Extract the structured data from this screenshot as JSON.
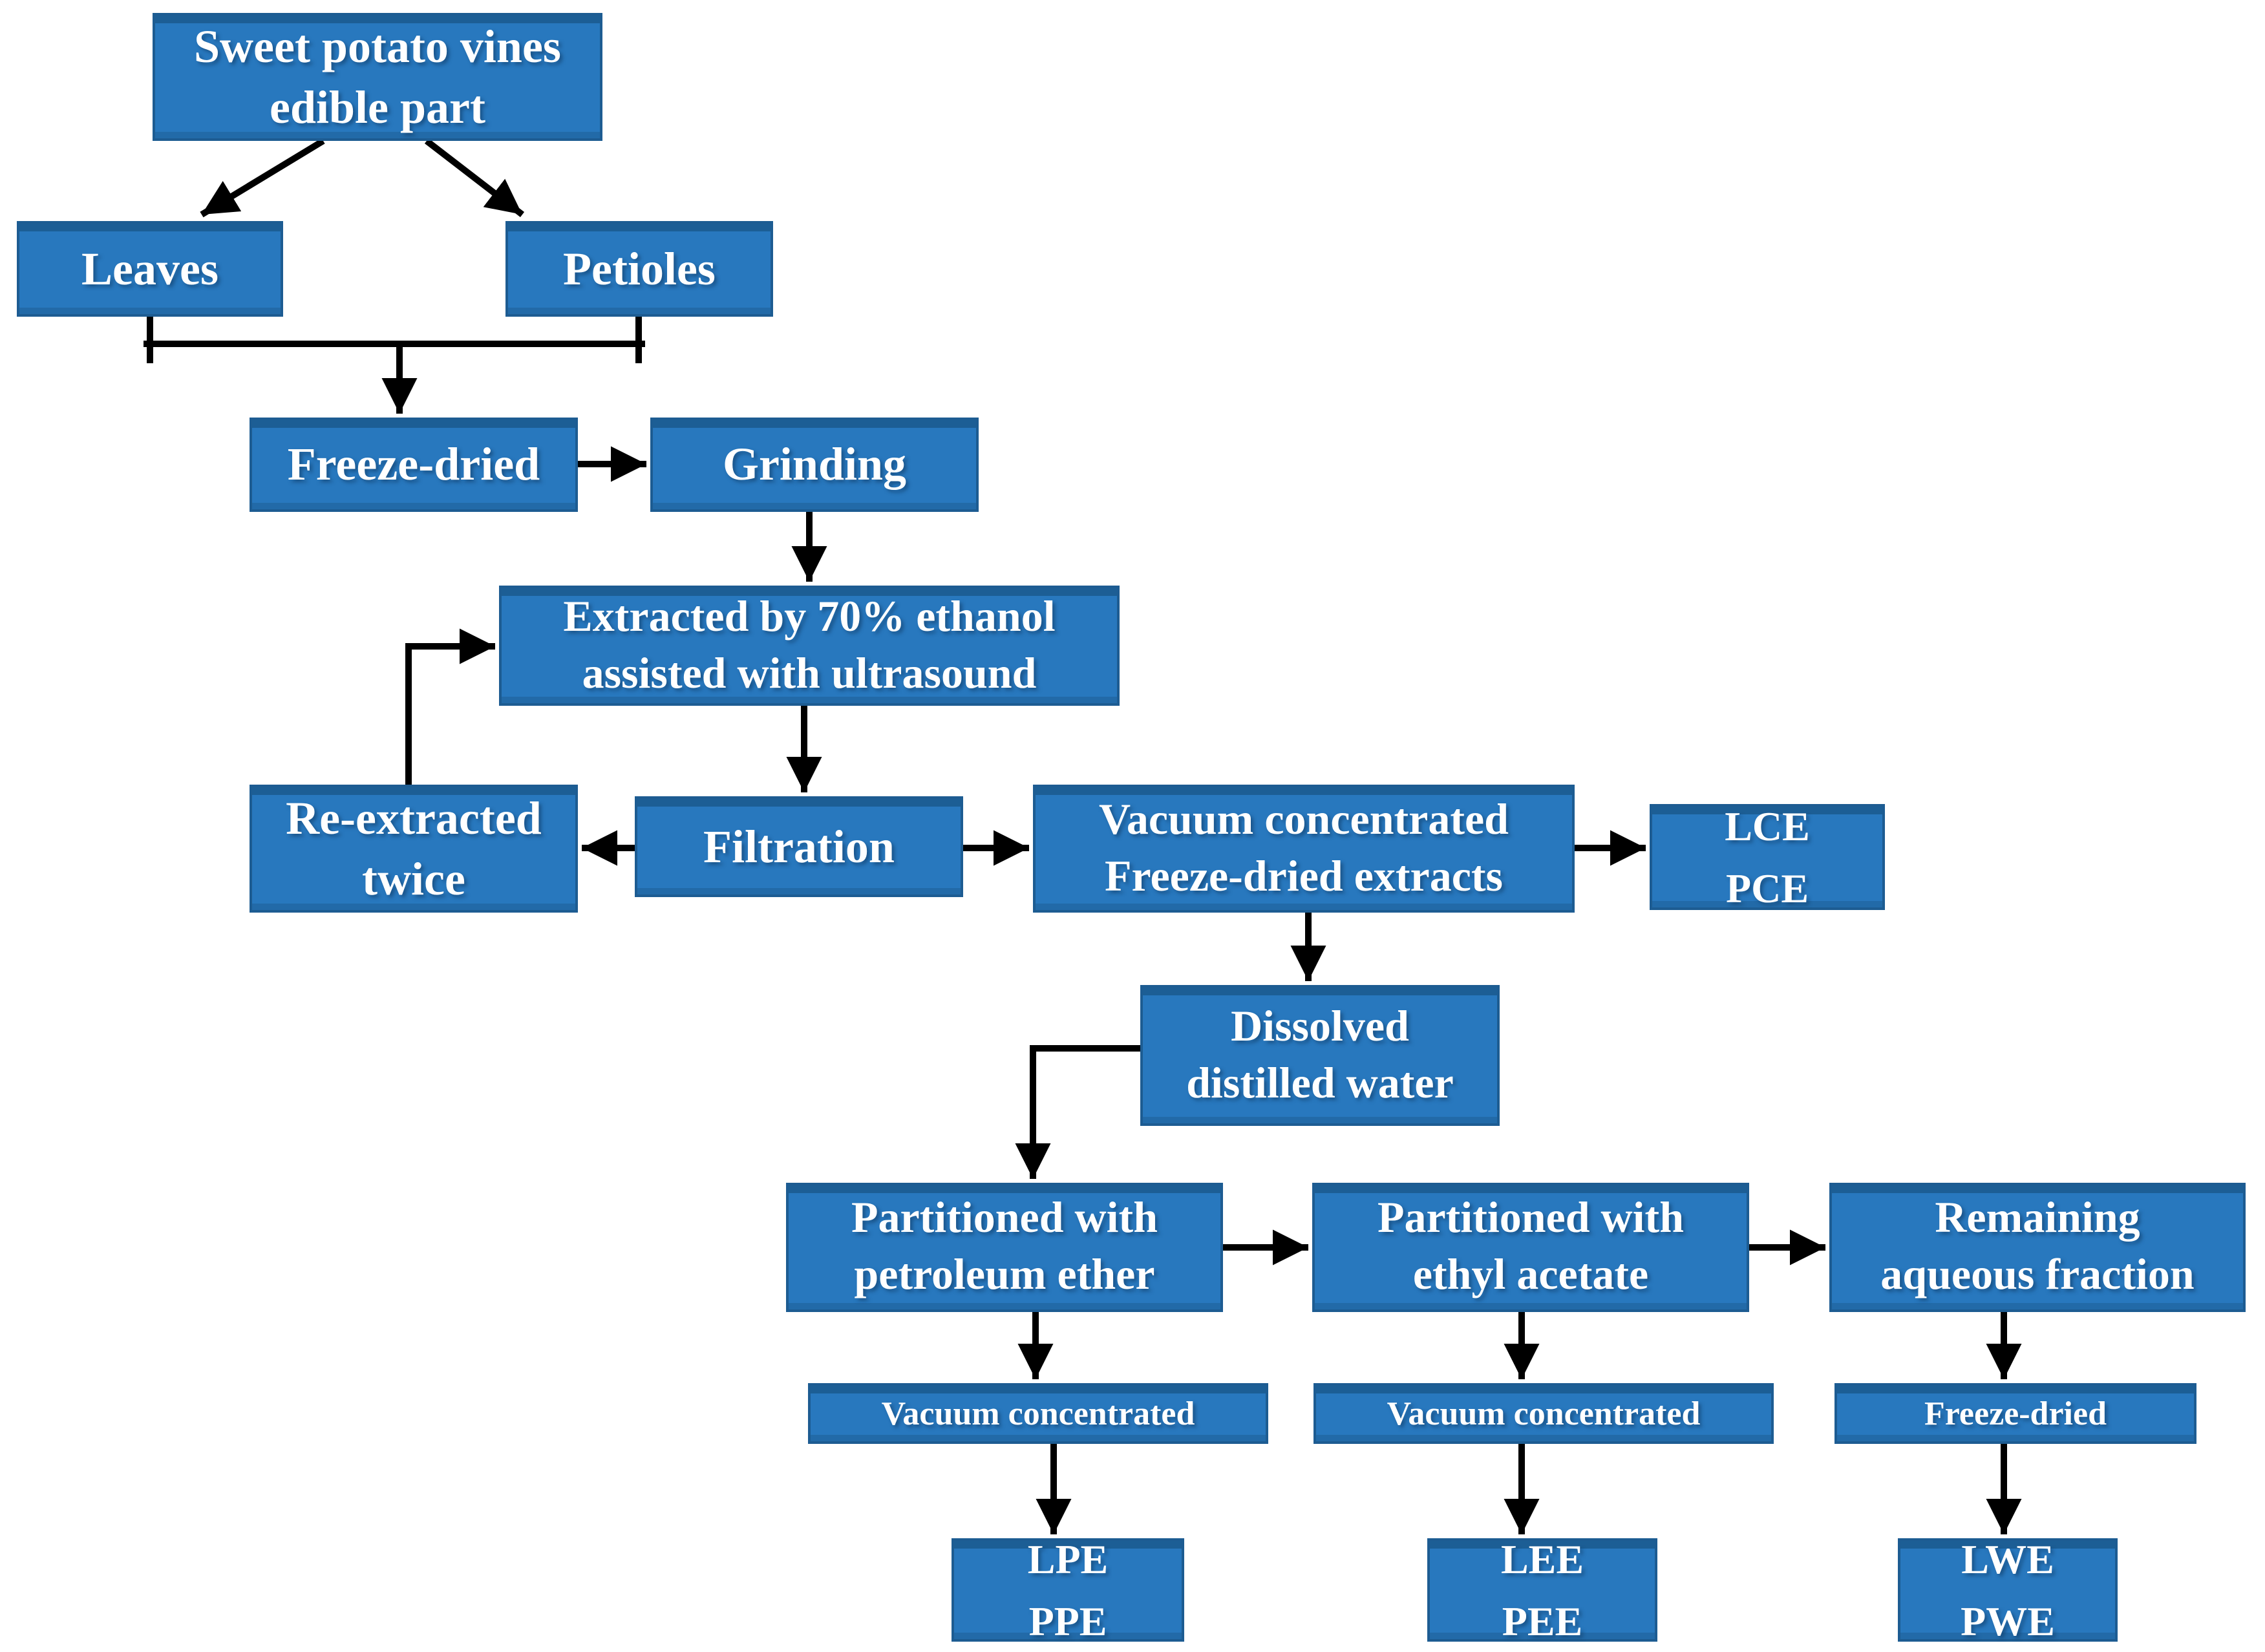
{
  "diagram": {
    "title": "Sweet potato vines extraction flowchart",
    "colors": {
      "box_fill": "#2878BE",
      "box_border": "#1D5C92",
      "box_top_band": "#1C5E95",
      "text": "#FFFFFF",
      "arrow": "#000000",
      "background": "#FFFFFF"
    },
    "boxes": {
      "sweet_potato": {
        "lines": [
          "Sweet potato vines",
          "edible part"
        ]
      },
      "leaves": {
        "lines": [
          "Leaves"
        ]
      },
      "petioles": {
        "lines": [
          "Petioles"
        ]
      },
      "freeze_dried_1": {
        "lines": [
          "Freeze-dried"
        ]
      },
      "grinding": {
        "lines": [
          "Grinding"
        ]
      },
      "extracted": {
        "lines": [
          "Extracted by 70% ethanol",
          "assisted  with ultrasound"
        ]
      },
      "re_extracted": {
        "lines": [
          "Re-extracted",
          "twice"
        ]
      },
      "filtration": {
        "lines": [
          "Filtration"
        ]
      },
      "vacuum_freeze_dried": {
        "lines": [
          "Vacuum concentrated",
          "Freeze-dried extracts"
        ]
      },
      "lce_pce": {
        "lines": [
          "LCE",
          "PCE"
        ]
      },
      "dissolved": {
        "lines": [
          "Dissolved",
          "distilled water"
        ]
      },
      "partitioned_petroleum": {
        "lines": [
          "Partitioned with",
          "petroleum ether"
        ]
      },
      "partitioned_ethyl": {
        "lines": [
          "Partitioned with",
          "ethyl acetate"
        ]
      },
      "remaining_aqueous": {
        "lines": [
          "Remaining",
          "aqueous fraction"
        ]
      },
      "vacuum_concentrated_1": {
        "lines": [
          "Vacuum concentrated"
        ]
      },
      "vacuum_concentrated_2": {
        "lines": [
          "Vacuum concentrated"
        ]
      },
      "freeze_dried_2": {
        "lines": [
          "Freeze-dried"
        ]
      },
      "lpe_ppe": {
        "lines": [
          "LPE",
          "PPE"
        ]
      },
      "lee_pee": {
        "lines": [
          "LEE",
          "PEE"
        ]
      },
      "lwe_pwe": {
        "lines": [
          "LWE",
          "PWE"
        ]
      }
    },
    "edges": [
      {
        "from": "sweet_potato",
        "to": "leaves"
      },
      {
        "from": "sweet_potato",
        "to": "petioles"
      },
      {
        "from": "leaves+petioles",
        "to": "freeze_dried_1"
      },
      {
        "from": "freeze_dried_1",
        "to": "grinding"
      },
      {
        "from": "grinding",
        "to": "extracted"
      },
      {
        "from": "re_extracted",
        "to": "extracted"
      },
      {
        "from": "extracted",
        "to": "filtration"
      },
      {
        "from": "filtration",
        "to": "re_extracted"
      },
      {
        "from": "filtration",
        "to": "vacuum_freeze_dried"
      },
      {
        "from": "vacuum_freeze_dried",
        "to": "lce_pce"
      },
      {
        "from": "vacuum_freeze_dried",
        "to": "dissolved"
      },
      {
        "from": "dissolved",
        "to": "partitioned_petroleum"
      },
      {
        "from": "partitioned_petroleum",
        "to": "partitioned_ethyl"
      },
      {
        "from": "partitioned_ethyl",
        "to": "remaining_aqueous"
      },
      {
        "from": "partitioned_petroleum",
        "to": "vacuum_concentrated_1"
      },
      {
        "from": "partitioned_ethyl",
        "to": "vacuum_concentrated_2"
      },
      {
        "from": "remaining_aqueous",
        "to": "freeze_dried_2"
      },
      {
        "from": "vacuum_concentrated_1",
        "to": "lpe_ppe"
      },
      {
        "from": "vacuum_concentrated_2",
        "to": "lee_pee"
      },
      {
        "from": "freeze_dried_2",
        "to": "lwe_pwe"
      }
    ]
  }
}
